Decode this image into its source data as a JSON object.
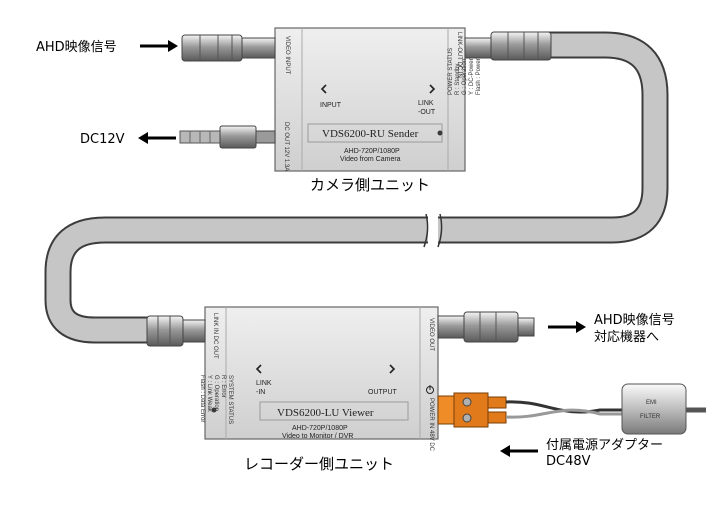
{
  "signals": {
    "ahd_in": "AHD映像信号",
    "dc12v": "DC12V",
    "ahd_out_line1": "AHD映像信号",
    "ahd_out_line2": "対応機器へ",
    "adapter_line1": "付属電源アダプター",
    "adapter_line2": "DC48V"
  },
  "sender": {
    "caption": "カメラ側ユニット",
    "model": "VDS6200-RU Sender",
    "spec": "AHD-720P/1080P",
    "desc": "Video from Camera",
    "port_video_in": "VIDEO INPUT",
    "port_link_out": "LINK-OUT DC IN",
    "port_dc_out": "DC OUT 12V 1.3A",
    "label_input": "INPUT",
    "label_link": "LINK",
    "label_out": "-OUT",
    "status_lines": [
      "POWER STATUS",
      "R : Standby",
      "G : Operation",
      "Y : DC-Power Low",
      "Flash : Power Fail"
    ]
  },
  "viewer": {
    "caption": "レコーダー側ユニット",
    "model": "VDS6200-LU Viewer",
    "spec": "AHD-720P/1080P",
    "desc": "Video to Monitor / DVR",
    "port_link_in": "LINK IN DC OUT",
    "port_video_out": "VIDEO OUT",
    "port_power_in": "POWER IN 48V DC",
    "label_link": "LINK",
    "label_in": "-IN",
    "label_output": "OUTPUT",
    "status_lines": [
      "SYSTEM STATUS",
      "R : Error",
      "G : Operation",
      "Y : Link Weak",
      "Flash : Data Error"
    ]
  },
  "emi": {
    "line1": "EMI",
    "line2": "FILTER"
  }
}
